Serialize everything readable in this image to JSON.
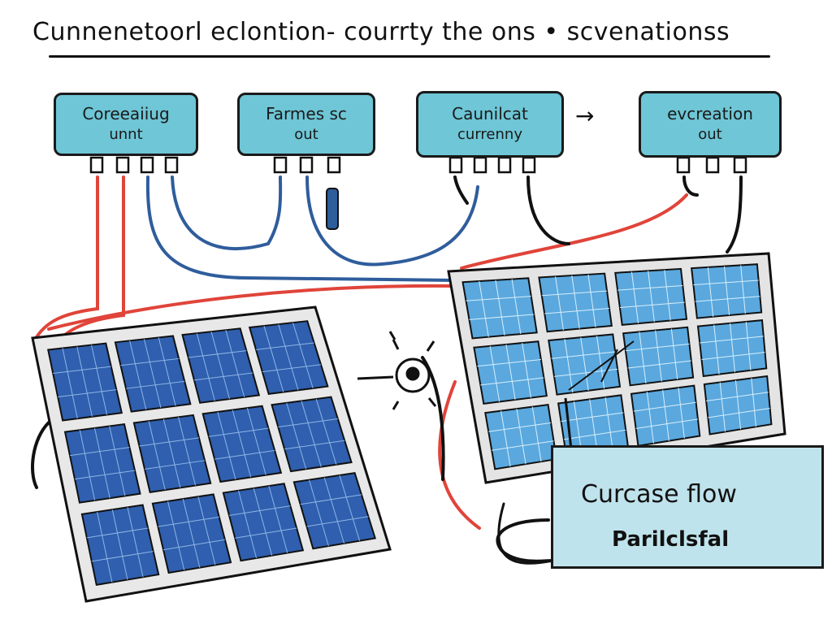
{
  "title": "Cunnenetoorl eclontion- courrty the ons • scvenationss",
  "boxes": [
    {
      "line1": "Coreeaiiug",
      "line2": "unnt"
    },
    {
      "line1": "Farmes sc",
      "line2": "out"
    },
    {
      "line1": "Caunilcat",
      "line2": "currenny"
    },
    {
      "line1": "evcreation",
      "line2": "out"
    }
  ],
  "arrow": "→",
  "callout": {
    "line1": "Curcase flow",
    "line2": "Parilclsfal"
  },
  "colors": {
    "box_fill": "#6ec6d6",
    "wire_red": "#e0443a",
    "wire_blue": "#2f5d9c",
    "wire_black": "#111111",
    "panel_cell_dark": "#2f5fae",
    "panel_cell_light": "#5aa8de",
    "callout_fill": "#bfe3ec"
  },
  "icons": [
    "connector-pin-icon",
    "sun-symbol-icon",
    "solar-panel-icon"
  ]
}
